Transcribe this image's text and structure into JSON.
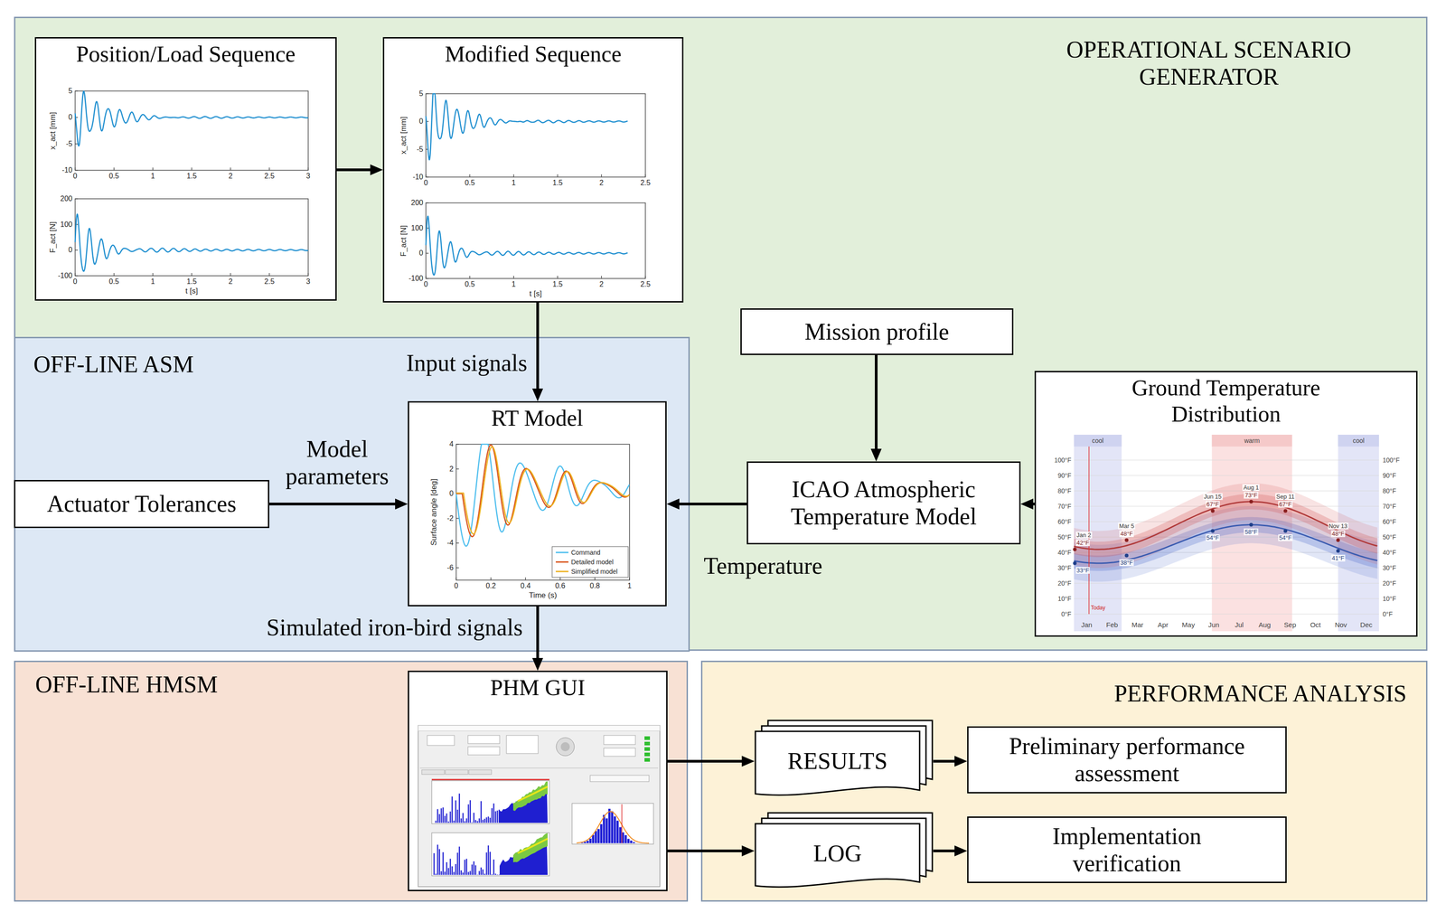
{
  "diagram": {
    "nodes": [
      {
        "text": [
          "OPERATIONAL SCENARIO GENERATOR"
        ]
      },
      {
        "text": [
          "Position/Load Sequence"
        ],
        "in": 0
      },
      {
        "text": [
          "Modified Sequence"
        ],
        "in": 0
      },
      {
        "text": [
          "Mission profile"
        ],
        "in": 0
      },
      {
        "text": [
          "ICAO Atmospheric Temperature Model"
        ],
        "in": 0
      },
      {
        "text": [
          "Ground Temperature Distribution"
        ],
        "in": 0
      },
      {
        "text": [
          "OFF-LINE ASM"
        ]
      },
      {
        "text": [
          "RT Model"
        ],
        "in": 6
      },
      {
        "text": [
          "Actuator Tolerances"
        ],
        "in": 6
      },
      {
        "text": [
          "OFF-LINE HMSM"
        ]
      },
      {
        "text": [
          "PHM GUI"
        ],
        "in": 9
      },
      {
        "text": [
          "PERFORMANCE ANALYSIS"
        ]
      },
      {
        "text": [
          "RESULTS"
        ],
        "in": 11
      },
      {
        "text": [
          "LOG"
        ],
        "in": 11
      },
      {
        "text": [
          "Preliminary performance assessment"
        ],
        "in": 11
      },
      {
        "text": [
          "Implementation verification"
        ],
        "in": 11
      }
    ],
    "edges": [
      {
        "from": 1,
        "to": 2,
        "arrow": "to"
      },
      {
        "from": 2,
        "to": 7,
        "label": "Input signals",
        "arrow": "to"
      },
      {
        "from": 8,
        "to": 7,
        "label": "Model parameters",
        "arrow": "to"
      },
      {
        "from": 3,
        "to": 4,
        "arrow": "to"
      },
      {
        "from": 5,
        "to": 4,
        "arrow": "to"
      },
      {
        "from": 4,
        "to": 7,
        "label": "Temperature",
        "arrow": "to"
      },
      {
        "from": 7,
        "to": 10,
        "label": "Simulated iron-bird signals",
        "arrow": "to"
      },
      {
        "from": 10,
        "to": 12,
        "arrow": "to"
      },
      {
        "from": 10,
        "to": 13,
        "arrow": "to"
      },
      {
        "from": 12,
        "to": 14,
        "arrow": "to"
      },
      {
        "from": 13,
        "to": 15,
        "arrow": "to"
      }
    ],
    "labels": [
      "x_act [mm]",
      "5",
      "0",
      "-5",
      "-10",
      "0",
      "0.5",
      "1",
      "1.5",
      "2",
      "2.5",
      "3",
      "F_act [N]",
      "200",
      "100",
      "0",
      "-100",
      "0",
      "0.5",
      "1",
      "1.5",
      "2",
      "2.5",
      "3",
      "t [s]",
      "x_act [mm]",
      "5",
      "0",
      "-5",
      "-10",
      "0",
      "0.5",
      "1",
      "1.5",
      "2",
      "2.5",
      "F_act [N]",
      "200",
      "100",
      "0",
      "-100",
      "0",
      "0.5",
      "1",
      "1.5",
      "2",
      "2.5",
      "t [s]",
      "Surface angle [deg]",
      "4",
      "2",
      "0",
      "-2",
      "-4",
      "-6",
      "0",
      "0.2",
      "0.4",
      "0.6",
      "0.8",
      "1",
      "Time (s)",
      "100°F",
      "90°F",
      "80°F",
      "70°F",
      "60°F",
      "50°F",
      "40°F",
      "30°F",
      "20°F",
      "10°F",
      "0°F",
      "100°F",
      "90°F",
      "80°F",
      "70°F",
      "60°F",
      "50°F",
      "40°F",
      "30°F",
      "20°F",
      "10°F",
      "0°F",
      "Jan",
      "Feb",
      "Mar",
      "Apr",
      "May",
      "Jun",
      "Jul",
      "Aug",
      "Sep",
      "Oct",
      "Nov",
      "Dec",
      "cool",
      "warm",
      "cool",
      "Today",
      "Jan 2",
      "42°F",
      "33°F",
      "Mar 5",
      "48°F",
      "38°F",
      "Jun 15",
      "67°F",
      "54°F",
      "Aug 1",
      "73°F",
      "58°F",
      "Sep 11",
      "67°F",
      "54°F",
      "Nov 13",
      "48°F",
      "41°F"
    ],
    "legend": [
      {
        "text": "Command"
      },
      {
        "text": "Detailed model"
      },
      {
        "text": "Simplified model"
      }
    ]
  }
}
